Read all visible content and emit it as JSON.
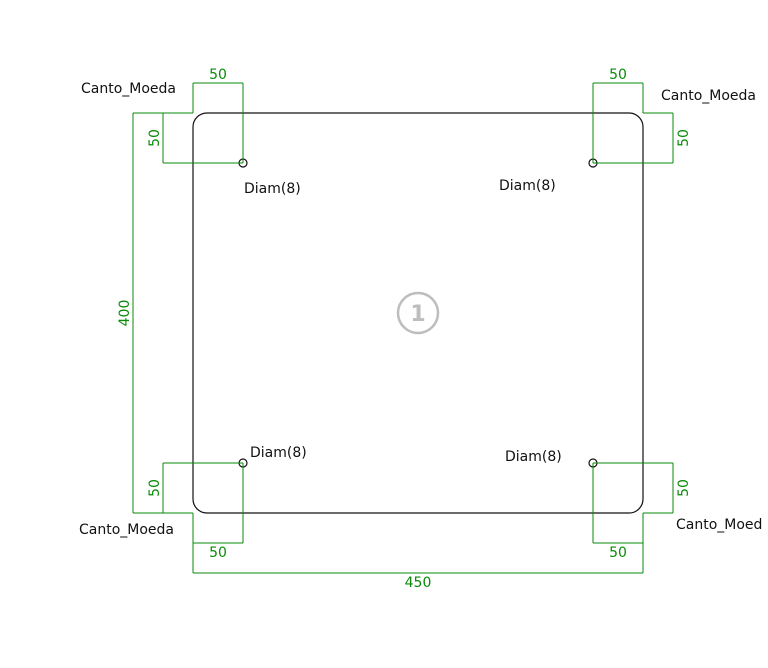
{
  "colors": {
    "dimension": "#0a8a0a",
    "outline": "#111111",
    "badge": "#bdbdbd"
  },
  "panel": {
    "width": "450",
    "height": "400"
  },
  "badge": {
    "number": "1"
  },
  "corner_label": "Canto_Moeda",
  "corner_label_clipped": "Canto_Moed",
  "hole_label": "Diam(8)",
  "offset": "50"
}
